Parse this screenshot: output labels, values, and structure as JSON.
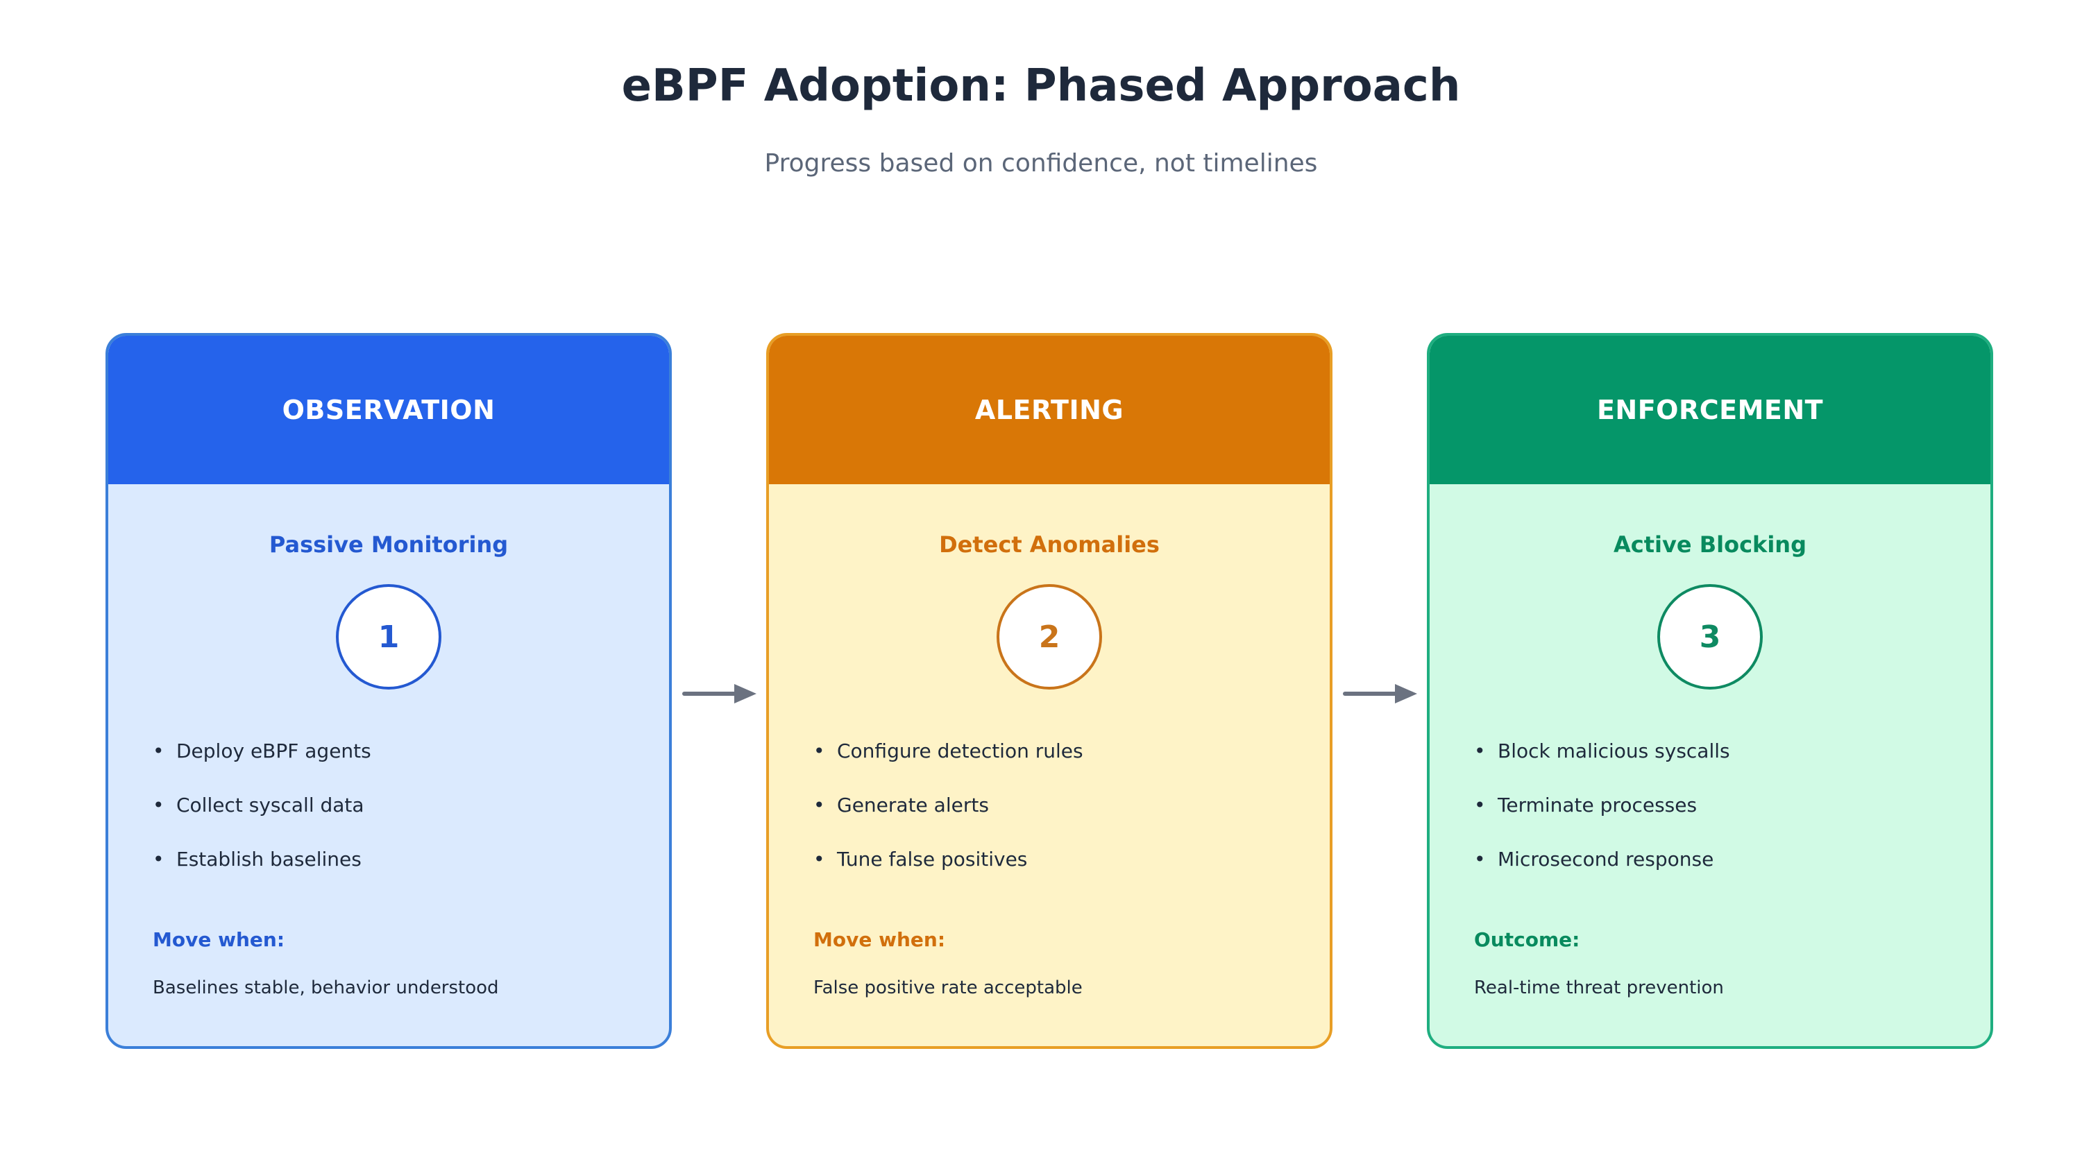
{
  "title": "eBPF Adoption: Phased Approach",
  "subtitle": "Progress based on confidence, not timelines",
  "colors": {
    "blue": "#2563eb",
    "orange": "#d97706",
    "green": "#059669",
    "arrow": "#6b7280"
  },
  "phases": [
    {
      "header": "OBSERVATION",
      "subtitle": "Passive Monitoring",
      "number": "1",
      "bullets": [
        "Deploy eBPF agents",
        "Collect syscall data",
        "Establish baselines"
      ],
      "footer_label": "Move when:",
      "footer_text": "Baselines stable, behavior understood"
    },
    {
      "header": "ALERTING",
      "subtitle": "Detect Anomalies",
      "number": "2",
      "bullets": [
        "Configure detection rules",
        "Generate alerts",
        "Tune false positives"
      ],
      "footer_label": "Move when:",
      "footer_text": "False positive rate acceptable"
    },
    {
      "header": "ENFORCEMENT",
      "subtitle": "Active Blocking",
      "number": "3",
      "bullets": [
        "Block malicious syscalls",
        "Terminate processes",
        "Microsecond response"
      ],
      "footer_label": "Outcome:",
      "footer_text": "Real-time threat prevention"
    }
  ]
}
